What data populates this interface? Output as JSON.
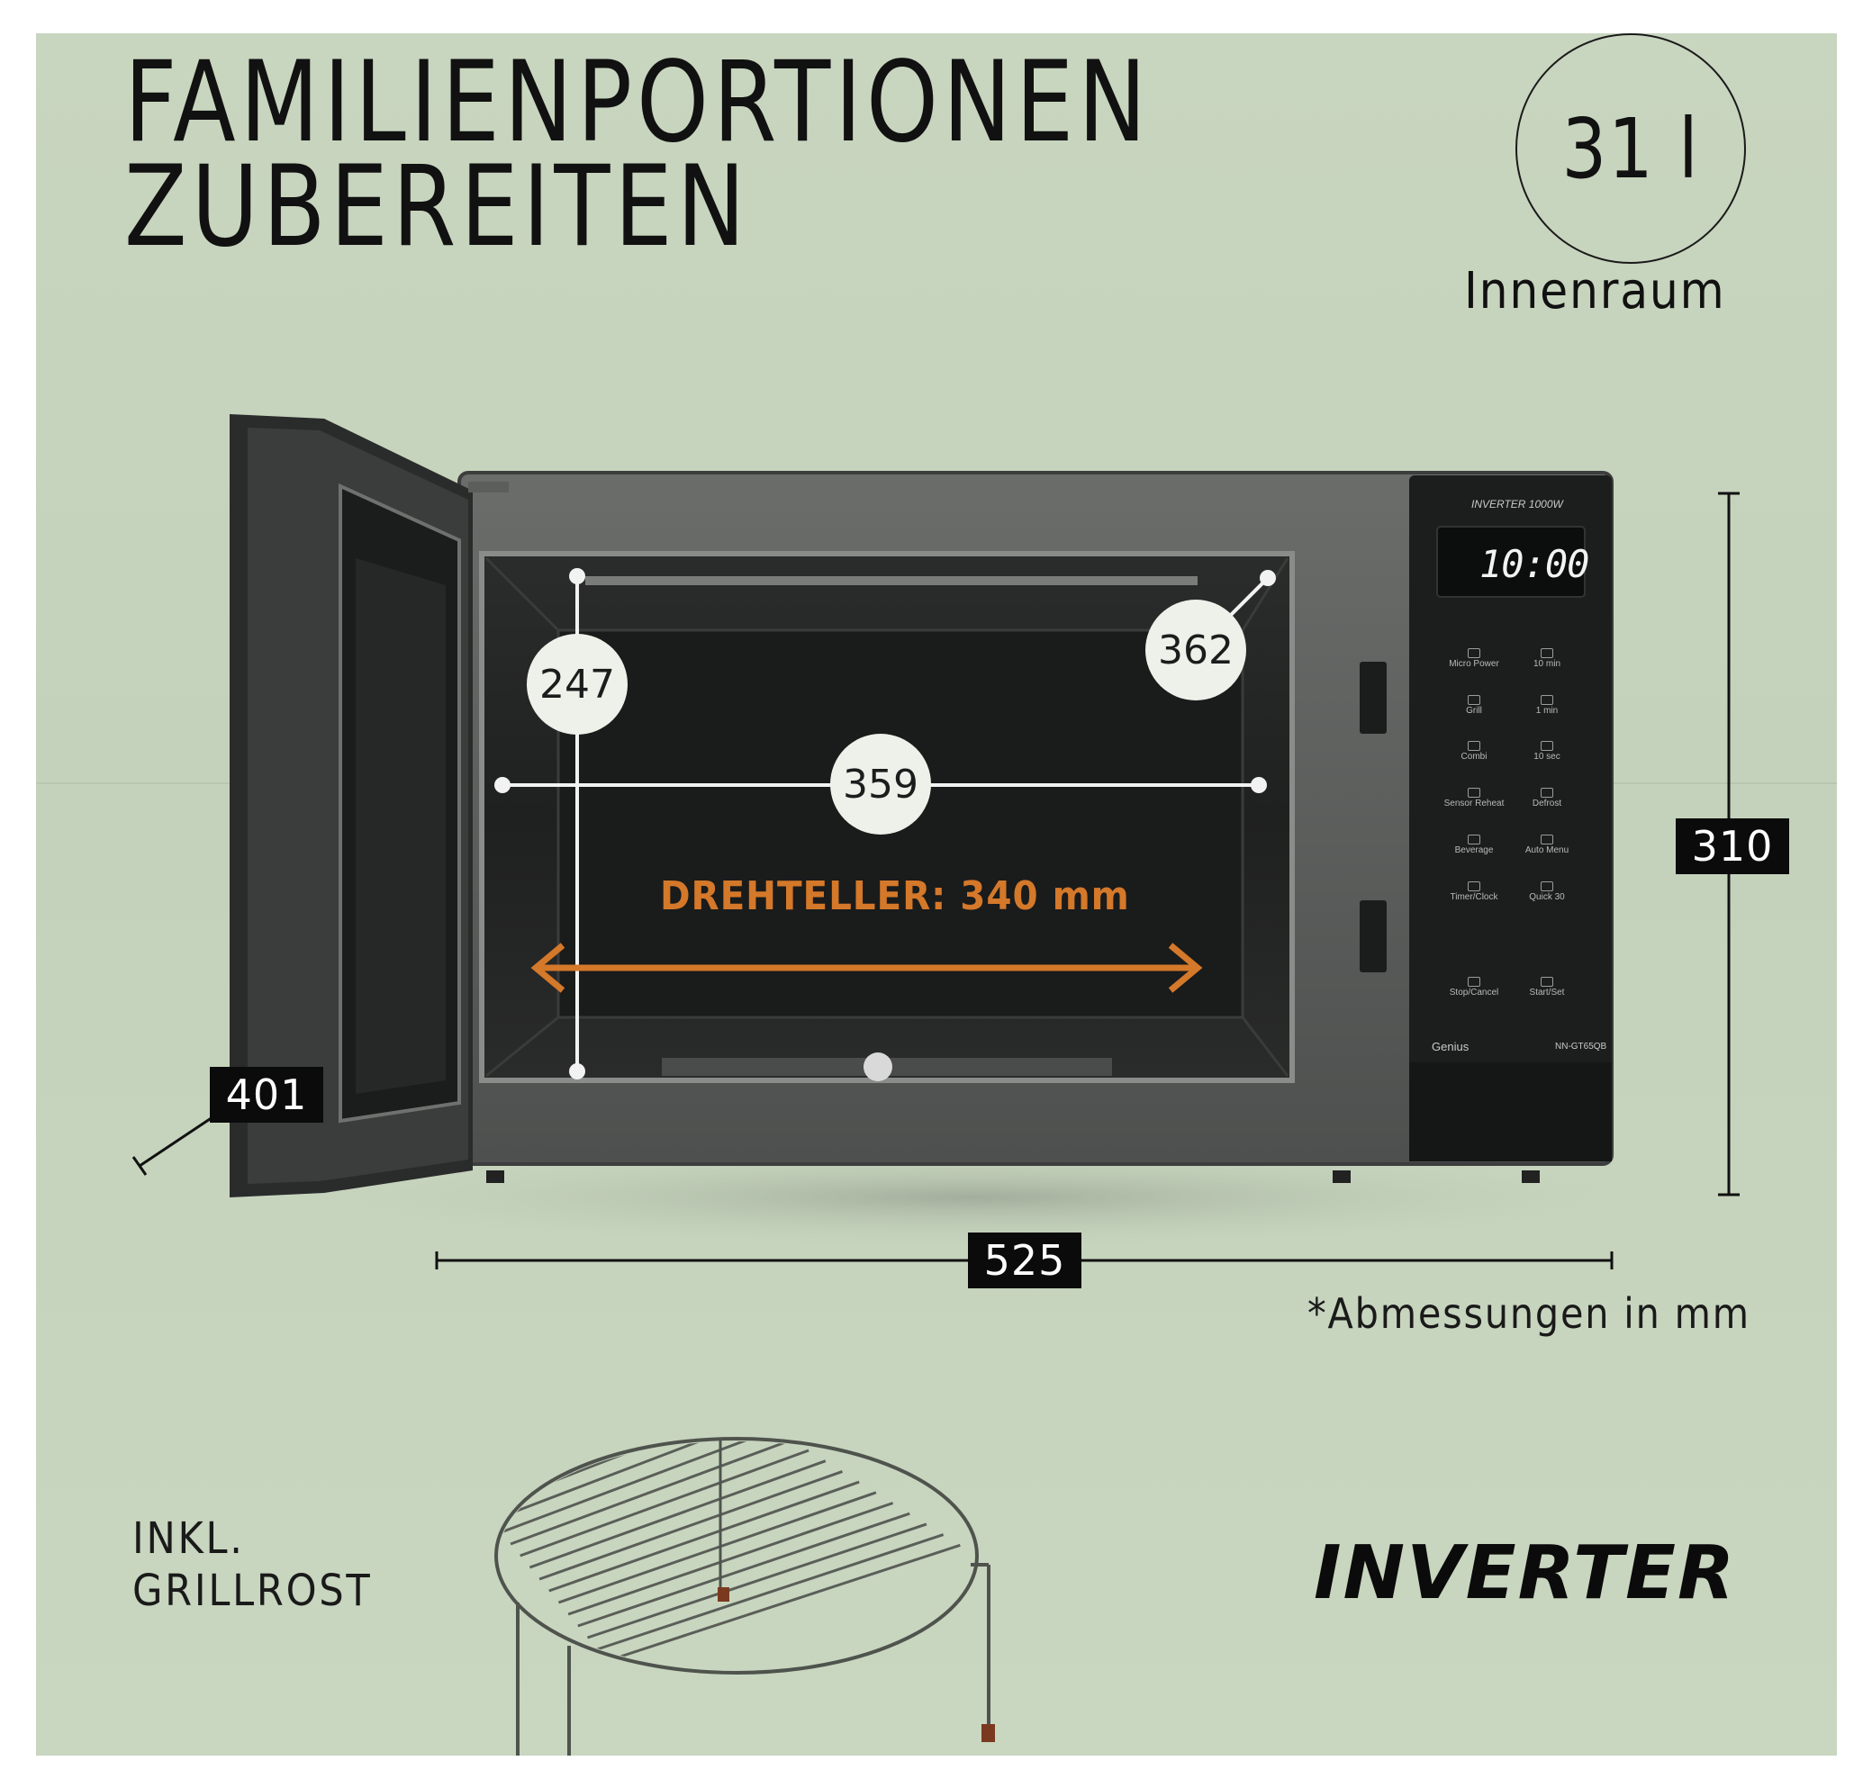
{
  "headline": {
    "line1": "FAMILIENPORTIONEN",
    "line2": "ZUBEREITEN"
  },
  "volume": {
    "value": "31 l",
    "caption": "Innenraum"
  },
  "dimensions": {
    "depth": "401",
    "width": "525",
    "height": "310",
    "inner_height": "247",
    "inner_depth": "362",
    "inner_width": "359"
  },
  "turntable_label": "DREHTELLER: 340 mm",
  "note": "*Abmessungen in mm",
  "included": "INKL.\nGRILLROST",
  "brand": "INVERTER",
  "microwave": {
    "badge": "INVERTER 1000W",
    "display_time": "10:00",
    "series": "Genius",
    "model": "NN-GT65QB",
    "buttons": [
      "Micro Power",
      "10 min",
      "Grill",
      "1 min",
      "Combi",
      "10 sec",
      "Sensor Reheat",
      "Defrost",
      "Beverage",
      "Auto Menu",
      "Timer/Clock",
      "Quick 30",
      "Stop/Cancel",
      "Start/Set"
    ]
  },
  "colors": {
    "background": "#c6d4bd",
    "accent_orange": "#d4782a",
    "label_black": "#0b0b0b",
    "dim_circle": "#eef1ea"
  }
}
